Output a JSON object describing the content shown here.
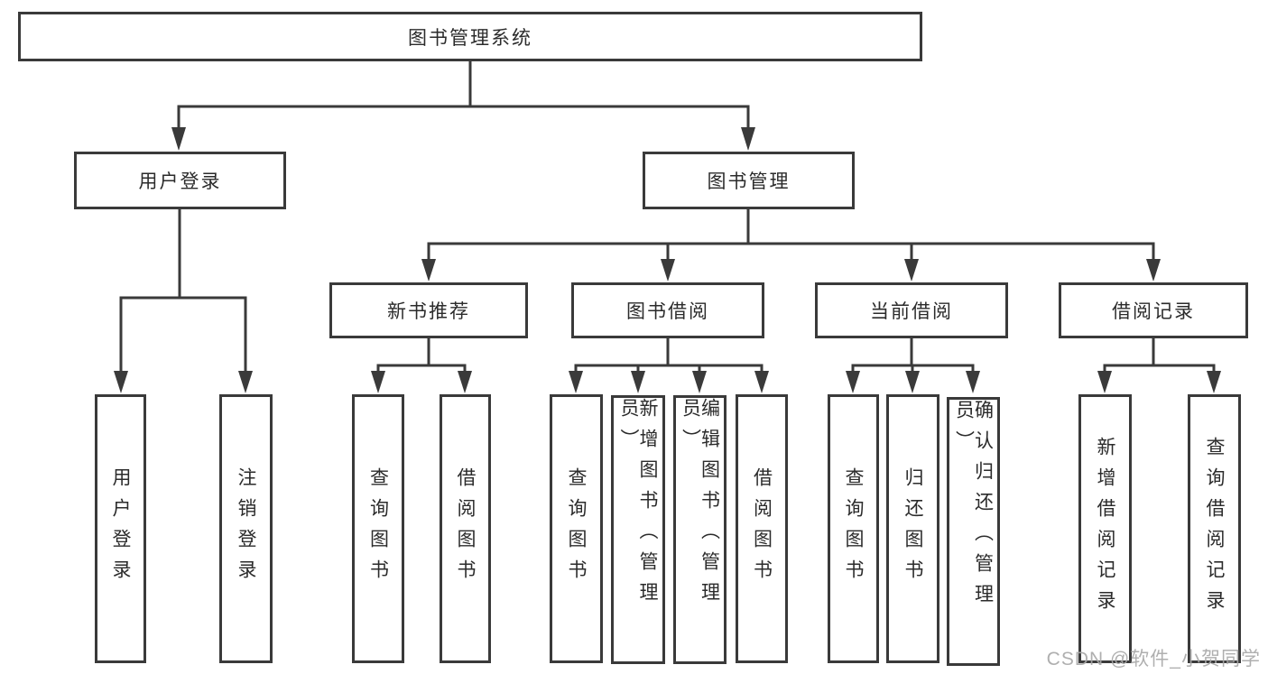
{
  "tree": {
    "root": {
      "label": "图书管理系统",
      "children": [
        {
          "label": "用户登录",
          "children": [
            {
              "label": "用户登录"
            },
            {
              "label": "注销登录"
            }
          ]
        },
        {
          "label": "图书管理",
          "children": [
            {
              "label": "新书推荐",
              "children": [
                {
                  "label": "查询图书"
                },
                {
                  "label": "借阅图书"
                }
              ]
            },
            {
              "label": "图书借阅",
              "children": [
                {
                  "label": "查询图书"
                },
                {
                  "label": "新增图书（管理员）"
                },
                {
                  "label": "编辑图书（管理员）"
                },
                {
                  "label": "借阅图书"
                }
              ]
            },
            {
              "label": "当前借阅",
              "children": [
                {
                  "label": "查询图书"
                },
                {
                  "label": "归还图书"
                },
                {
                  "label": "确认归还（管理员）"
                }
              ]
            },
            {
              "label": "借阅记录",
              "children": [
                {
                  "label": "新增借阅记录"
                },
                {
                  "label": "查询借阅记录"
                }
              ]
            }
          ]
        }
      ]
    }
  },
  "watermark": {
    "text": "CSDN @软件_小贺同学"
  },
  "colors": {
    "line": "#3a3a3a",
    "text": "#2b2b2b",
    "watermark": "#a8a8a8",
    "background": "#ffffff"
  }
}
